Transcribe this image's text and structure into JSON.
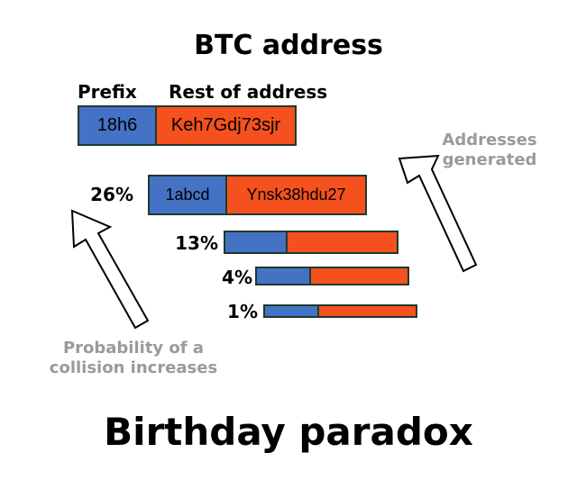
{
  "title": "BTC address",
  "header": {
    "prefix_label": "Prefix",
    "rest_label": "Rest of address"
  },
  "address_example": {
    "prefix": "18h6",
    "rest": "Keh7Gdj73sjr"
  },
  "generated_example": {
    "percent": "26%",
    "prefix": "1abcd",
    "rest": "Ynsk38hdu27"
  },
  "rows": [
    {
      "percent": "13%"
    },
    {
      "percent": "4%"
    },
    {
      "percent": "1%"
    }
  ],
  "notes": {
    "addresses_generated": [
      "Addresses",
      "generated"
    ],
    "collision": [
      "Probability of a",
      "collision increases"
    ]
  },
  "bottom_title": "Birthday paradox",
  "colors": {
    "prefix": "#4472c4",
    "rest": "#f4511e",
    "border": "#1f3a2a",
    "note": "#9a9a9a"
  }
}
